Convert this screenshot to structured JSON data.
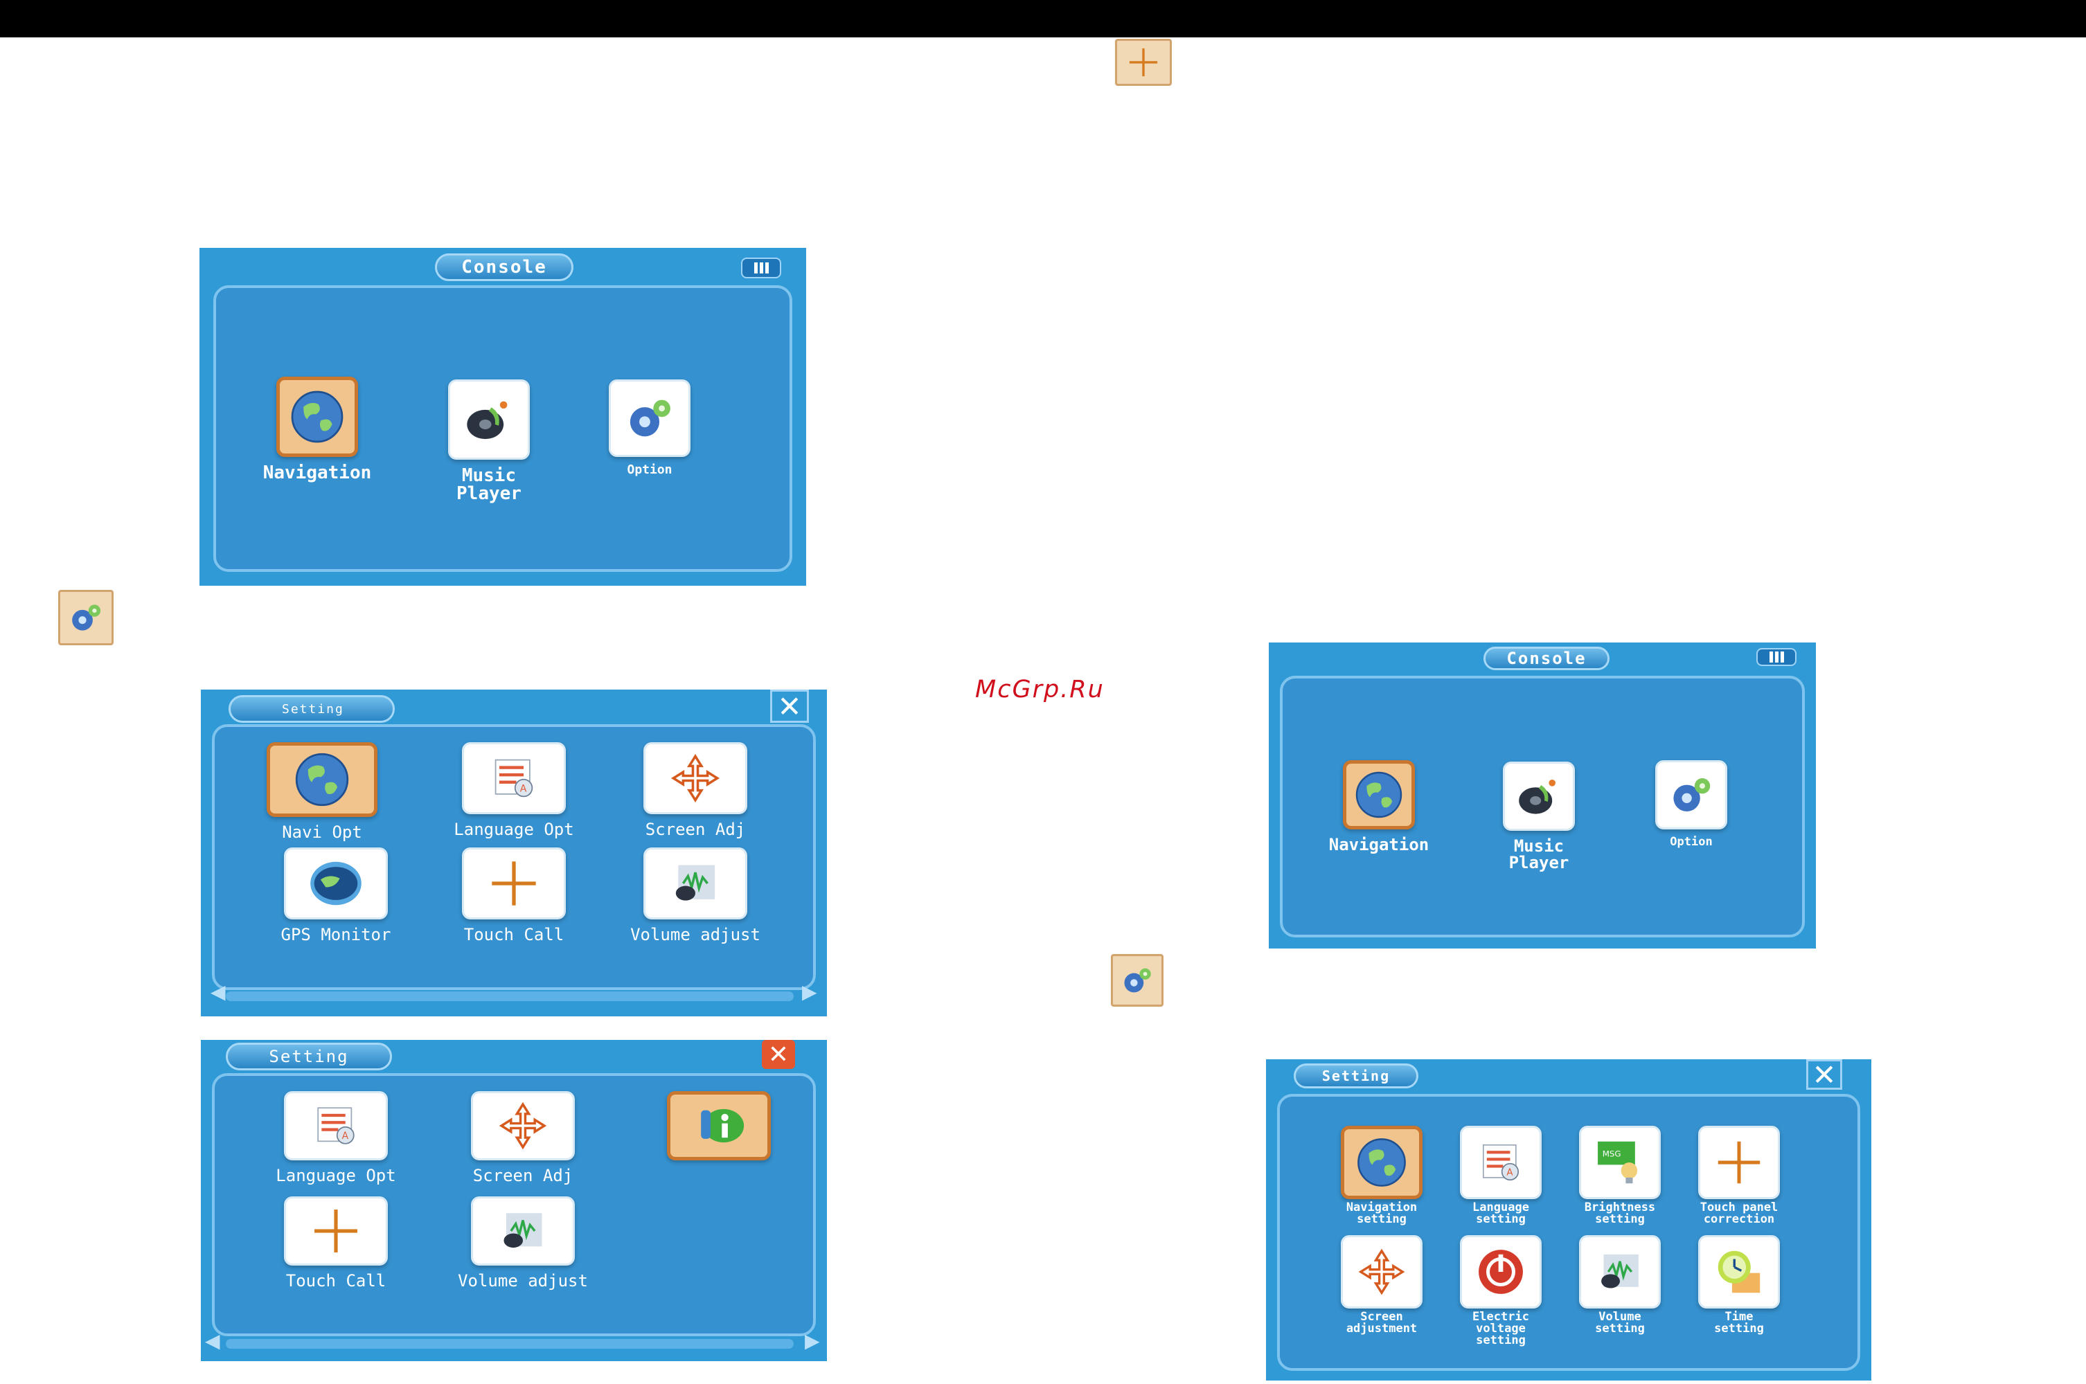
{
  "watermark": "McGrp.Ru",
  "screens": {
    "console_left": {
      "title": "Console",
      "items": [
        {
          "label": "Navigation",
          "icon": "globe-icon"
        },
        {
          "label": "Music\nPlayer",
          "icon": "music-player-icon"
        },
        {
          "label": "Option",
          "icon": "gears-icon"
        }
      ]
    },
    "setting_a": {
      "title": "Setting",
      "items": [
        {
          "label": "Navi Opt",
          "icon": "navi-globe-gear-icon"
        },
        {
          "label": "Language Opt",
          "icon": "language-icon"
        },
        {
          "label": "Screen Adj",
          "icon": "screen-adjust-icon"
        },
        {
          "label": "GPS Monitor",
          "icon": "gps-icon"
        },
        {
          "label": "Touch Call",
          "icon": "touch-cross-icon"
        },
        {
          "label": "Volume adjust",
          "icon": "volume-icon"
        }
      ]
    },
    "setting_b": {
      "title": "Setting",
      "items": [
        {
          "label": "Language Opt",
          "icon": "language-icon"
        },
        {
          "label": "Screen Adj",
          "icon": "screen-adjust-icon"
        },
        {
          "label": "",
          "icon": "info-icon"
        },
        {
          "label": "Touch Call",
          "icon": "touch-cross-icon"
        },
        {
          "label": "Volume adjust",
          "icon": "volume-icon"
        }
      ]
    },
    "console_right": {
      "title": "Console",
      "items": [
        {
          "label": "Navigation",
          "icon": "globe-icon"
        },
        {
          "label": "Music\nPlayer",
          "icon": "music-player-icon"
        },
        {
          "label": "Option",
          "icon": "gears-icon"
        }
      ]
    },
    "setting_right": {
      "title": "Setting",
      "items": [
        {
          "label": "Navigation\nsetting",
          "icon": "navi-globe-gear-icon"
        },
        {
          "label": "Language\nsetting",
          "icon": "language-icon"
        },
        {
          "label": "Brightness\nsetting",
          "icon": "brightness-icon"
        },
        {
          "label": "Touch panel\ncorrection",
          "icon": "touch-cross-icon"
        },
        {
          "label": "Screen\nadjustment",
          "icon": "screen-adjust-icon"
        },
        {
          "label": "Electric\nvoltage\nsetting",
          "icon": "power-icon"
        },
        {
          "label": "Volume\nsetting",
          "icon": "volume-icon"
        },
        {
          "label": "Time\nsetting",
          "icon": "clock-icon"
        }
      ]
    }
  }
}
